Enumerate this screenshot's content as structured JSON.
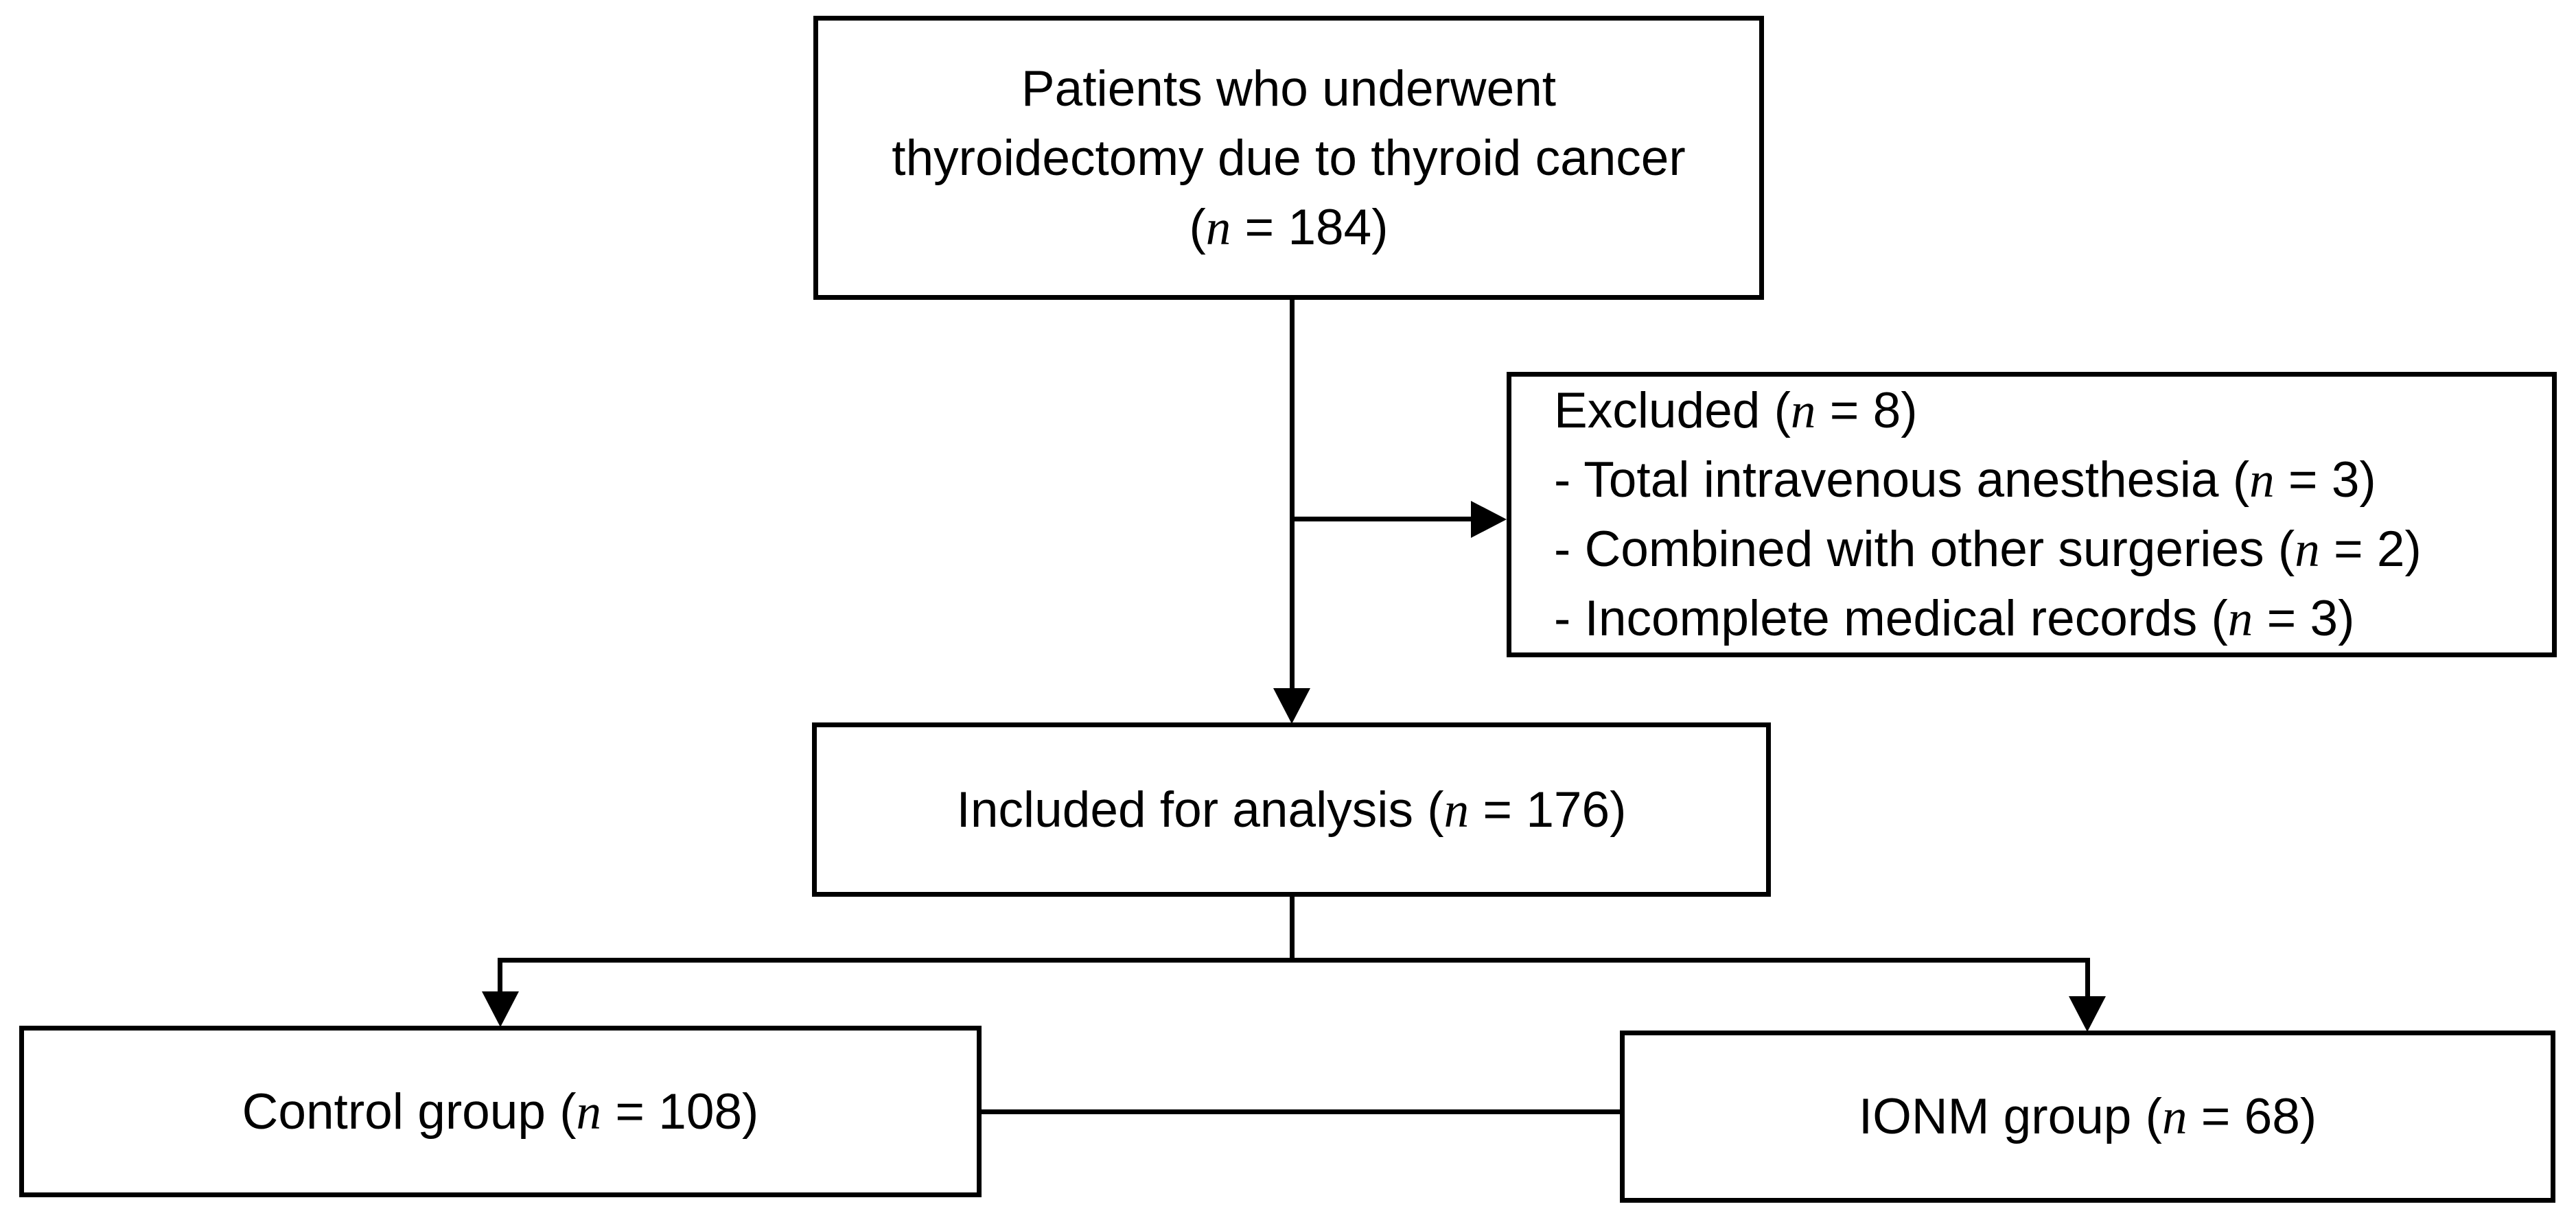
{
  "figure": {
    "background_color": "#ffffff",
    "line_color": "#000000",
    "text_color": "#000000"
  },
  "boxes": {
    "eligible": {
      "line1": "Patients who underwent",
      "line2": "thyroidectomy due to thyroid cancer",
      "count_prefix": "(",
      "n_symbol": "n",
      "count_suffix": " = 184)"
    },
    "excluded": {
      "title_prefix": "Excluded (",
      "title_n_symbol": "n",
      "title_suffix": " = 8)",
      "items": [
        {
          "prefix": "- Total intravenous anesthesia (",
          "n_symbol": "n",
          "suffix": " = 3)"
        },
        {
          "prefix": "- Combined with other surgeries (",
          "n_symbol": "n",
          "suffix": " = 2)"
        },
        {
          "prefix": "- Incomplete medical records (",
          "n_symbol": "n",
          "suffix": " = 3)"
        }
      ]
    },
    "included": {
      "prefix": "Included for analysis (",
      "n_symbol": "n",
      "suffix": " = 176)"
    },
    "control": {
      "prefix": "Control group (",
      "n_symbol": "n",
      "suffix": " = 108)"
    },
    "ionm": {
      "prefix": "IONM group (",
      "n_symbol": "n",
      "suffix": " = 68)"
    }
  }
}
